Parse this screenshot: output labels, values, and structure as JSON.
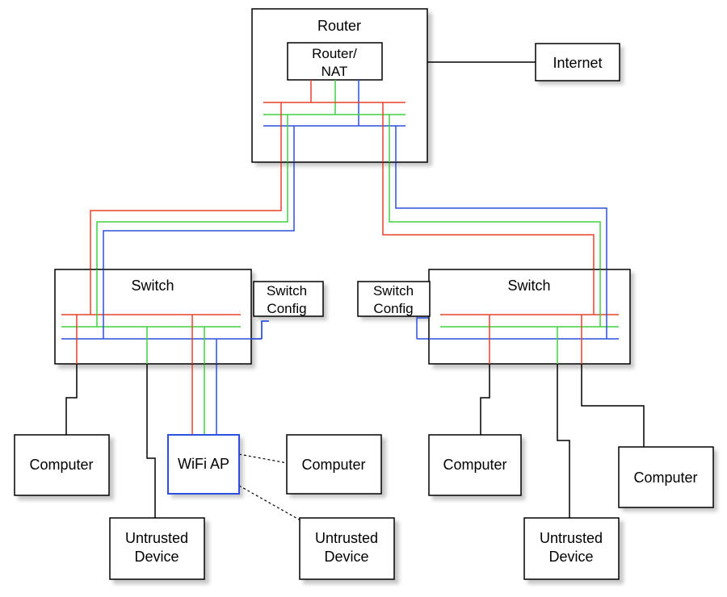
{
  "colors": {
    "red": "#e8402a",
    "green": "#3ed13e",
    "blue": "#2b4fe0",
    "black": "#000000"
  },
  "router": {
    "title": "Router",
    "nat_line1": "Router/",
    "nat_line2": "NAT"
  },
  "internet": "Internet",
  "left_switch": {
    "title": "Switch",
    "config_line1": "Switch",
    "config_line2": "Config"
  },
  "right_switch": {
    "title": "Switch",
    "config_line1": "Switch",
    "config_line2": "Config"
  },
  "wifi_ap": "WiFi AP",
  "devices": {
    "left_computer": "Computer",
    "left_untrusted_line1": "Untrusted",
    "left_untrusted_line2": "Device",
    "wifi_computer": "Computer",
    "wifi_untrusted_line1": "Untrusted",
    "wifi_untrusted_line2": "Device",
    "right_computer": "Computer",
    "right_untrusted_line1": "Untrusted",
    "right_untrusted_line2": "Device",
    "far_right_computer": "Computer"
  }
}
